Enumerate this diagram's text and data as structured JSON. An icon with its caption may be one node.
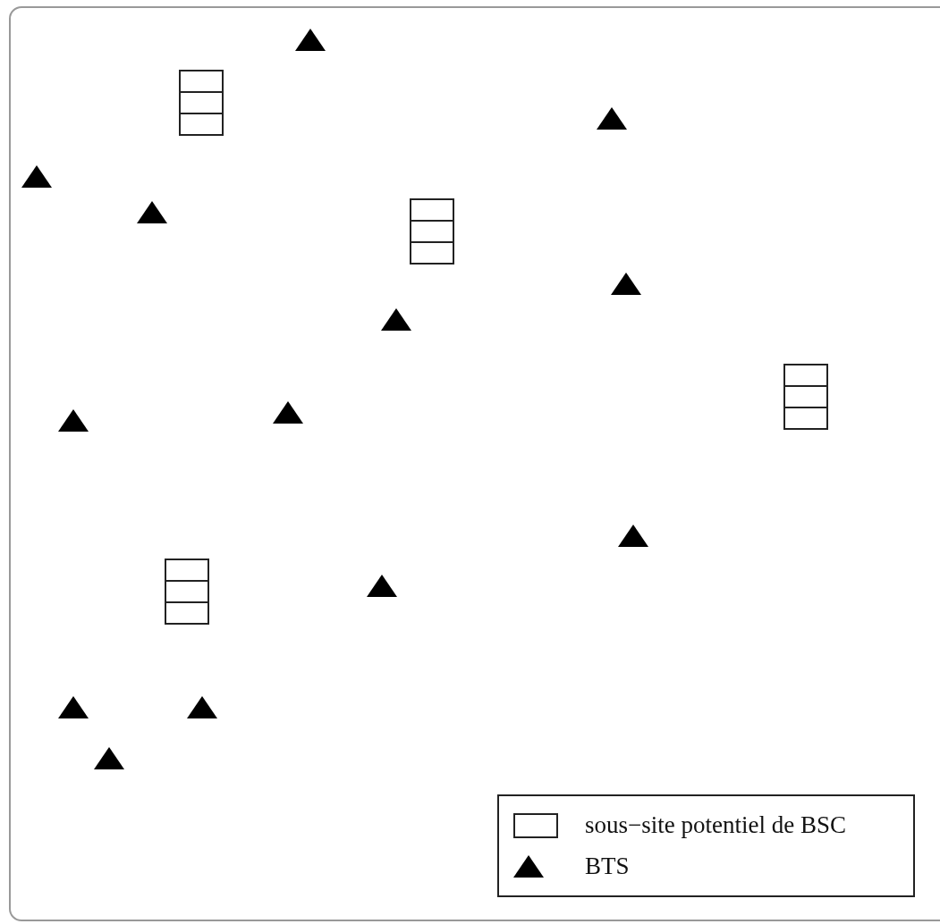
{
  "diagram": {
    "nodes": [
      {
        "text": [],
        "shape": "triangle"
      },
      {
        "text": [],
        "shape": "box"
      },
      {
        "text": [],
        "shape": "triangle"
      },
      {
        "text": [],
        "shape": "triangle"
      },
      {
        "text": [],
        "shape": "box"
      },
      {
        "text": [],
        "shape": "triangle"
      },
      {
        "text": [],
        "shape": "triangle"
      },
      {
        "text": [],
        "shape": "triangle"
      },
      {
        "text": [],
        "shape": "box"
      },
      {
        "text": [],
        "shape": "triangle"
      },
      {
        "text": [],
        "shape": "triangle"
      },
      {
        "text": [],
        "shape": "triangle"
      },
      {
        "text": [],
        "shape": "box"
      },
      {
        "text": [],
        "shape": "triangle"
      },
      {
        "text": [],
        "shape": "triangle"
      },
      {
        "text": [],
        "shape": "triangle"
      },
      {
        "text": [],
        "shape": "triangle"
      }
    ],
    "legend": [
      {
        "text": "sous−site potentiel de BSC"
      },
      {
        "text": "BTS"
      }
    ]
  }
}
